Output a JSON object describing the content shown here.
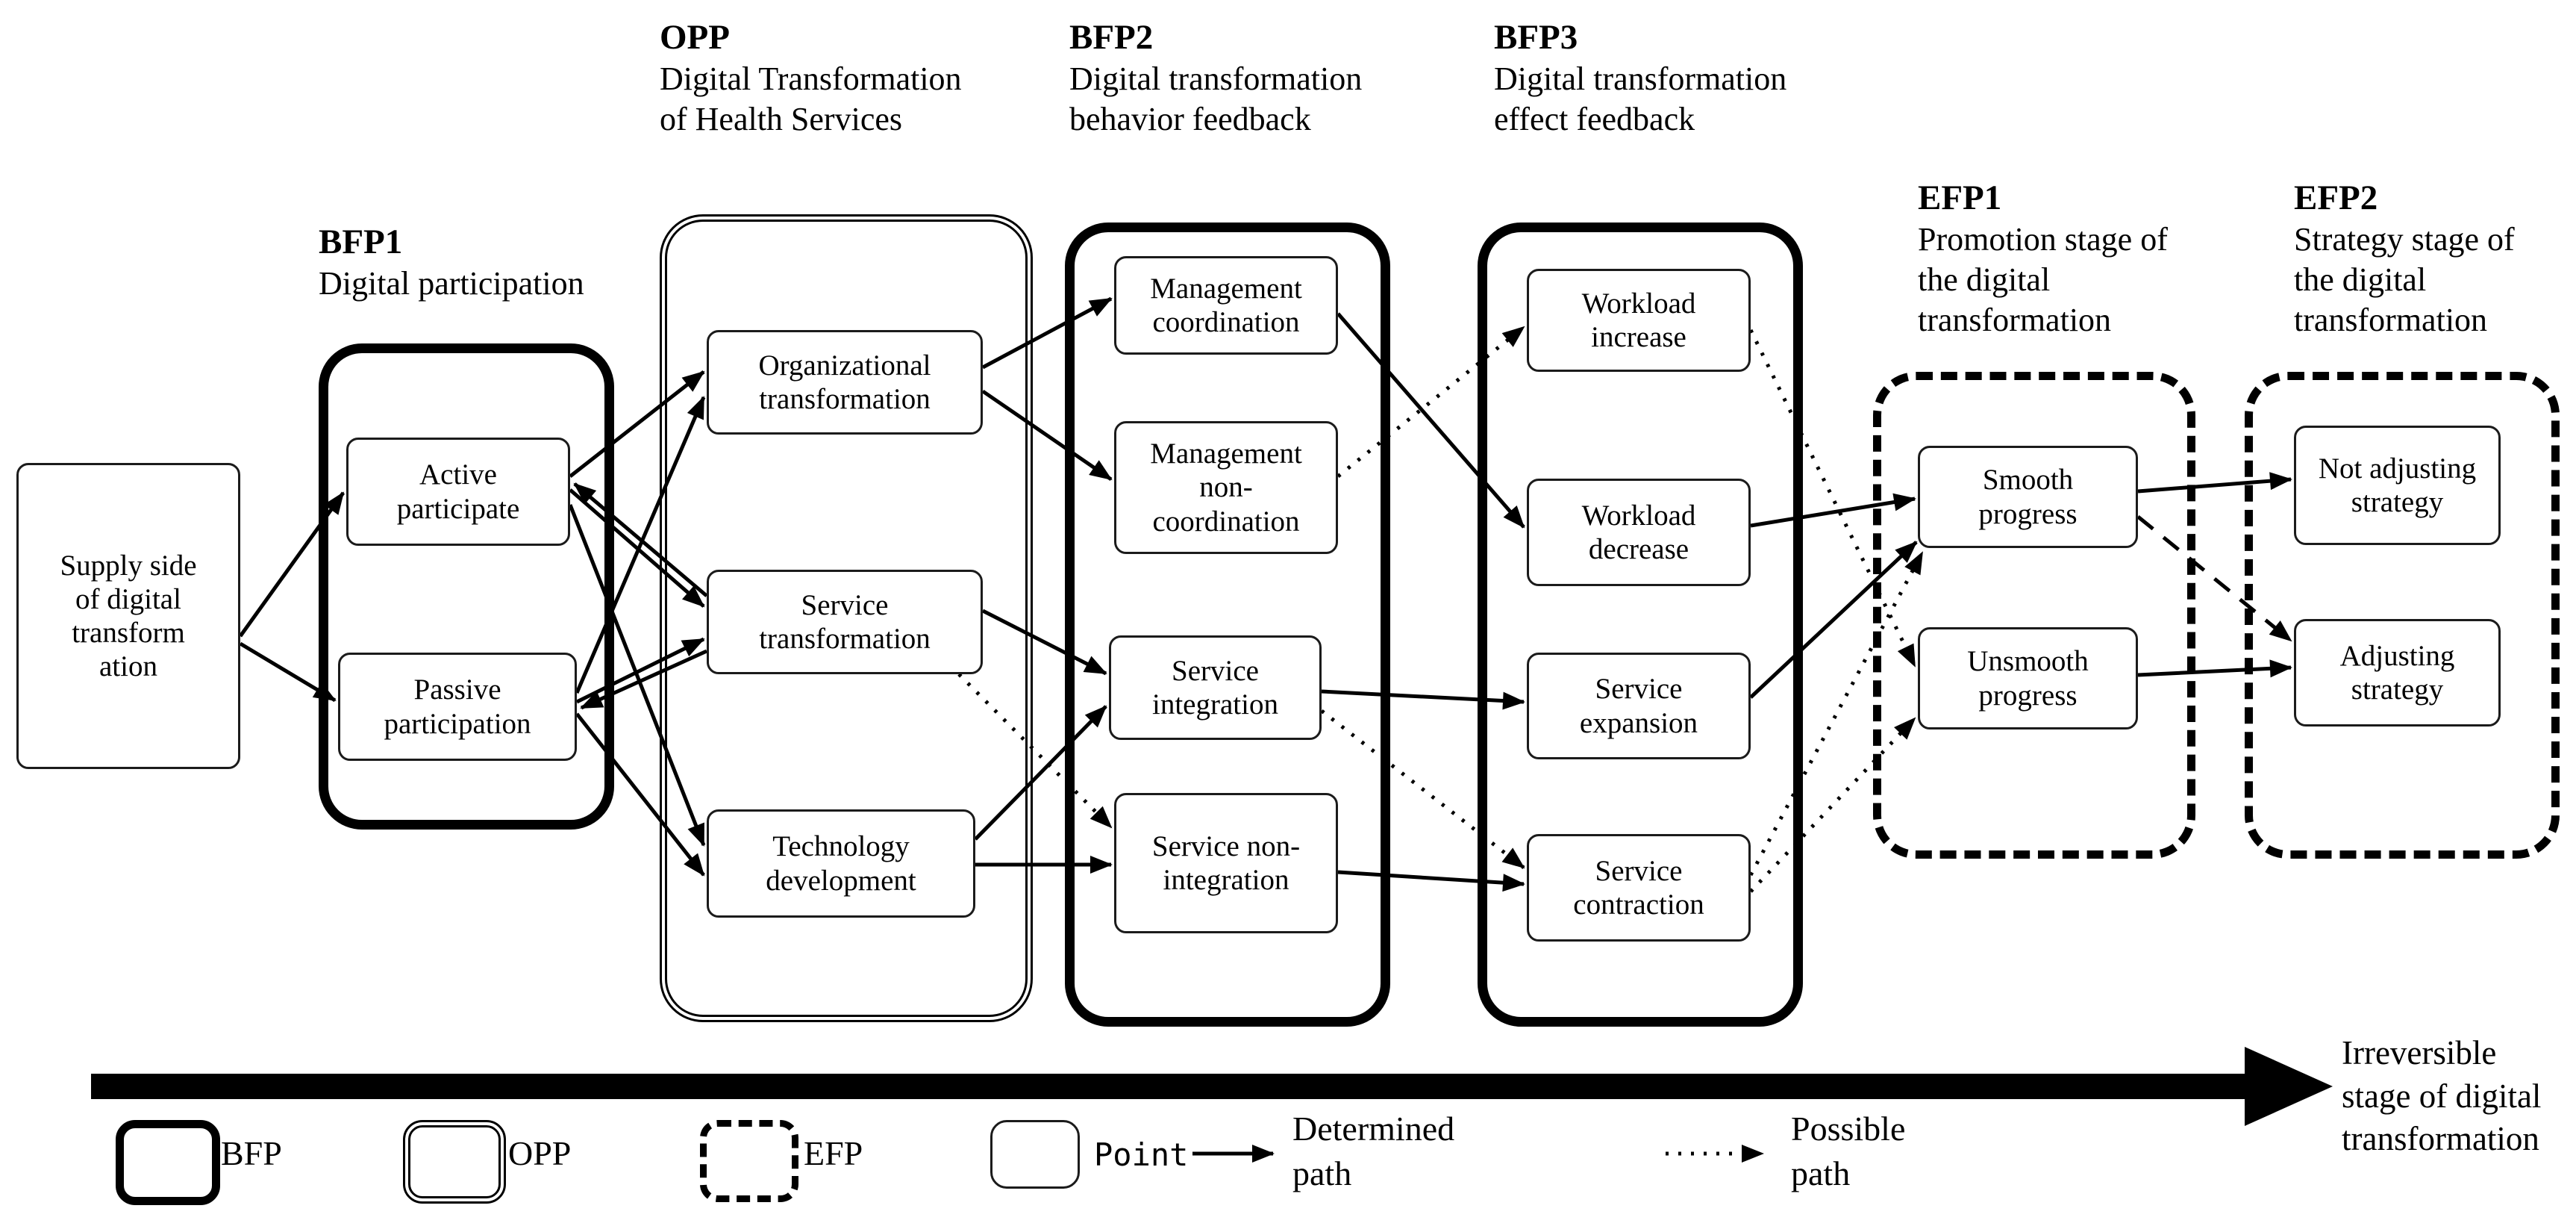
{
  "title_blocks": {
    "bfp1": {
      "code": "BFP1",
      "desc": "Digital participation"
    },
    "opp": {
      "code": "OPP",
      "desc": "Digital Transformation of Health Services"
    },
    "bfp2": {
      "code": "BFP2",
      "desc": "Digital transformation behavior feedback"
    },
    "bfp3": {
      "code": "BFP3",
      "desc": "Digital transformation effect feedback"
    },
    "efp1": {
      "code": "EFP1",
      "desc": "Promotion stage of the digital transformation"
    },
    "efp2": {
      "code": "EFP2",
      "desc": "Strategy stage of the digital transformation"
    }
  },
  "nodes": {
    "supply": "Supply side of digital transform ation",
    "active": "Active participate",
    "passive": "Passive participation",
    "org": "Organizational transformation",
    "serv_trans": "Service transformation",
    "tech": "Technology development",
    "mgmt_co": "Management coordination",
    "mgmt_nonco": "Management non-coordination",
    "serv_int": "Service integration",
    "serv_nonint": "Service non-integration",
    "wl_inc": "Workload increase",
    "wl_dec": "Workload decrease",
    "serv_exp": "Service expansion",
    "serv_con": "Service contraction",
    "smooth": "Smooth progress",
    "unsmooth": "Unsmooth progress",
    "not_adjust": "Not adjusting strategy",
    "adjust": "Adjusting strategy"
  },
  "legend": {
    "bfp": "BFP",
    "opp": "OPP",
    "efp": "EFP",
    "point": "Point",
    "determined": "Determined path",
    "possible": "Possible path"
  },
  "axis_note": "Irreversible stage of digital transformation",
  "colors": {
    "ink": "#000000",
    "background": "#ffffff"
  },
  "edges": [
    {
      "from": "supply",
      "to": "active",
      "style": "determined"
    },
    {
      "from": "supply",
      "to": "passive",
      "style": "determined"
    },
    {
      "from": "active",
      "to": "org",
      "style": "determined"
    },
    {
      "from": "active",
      "to": "serv_trans",
      "style": "determined"
    },
    {
      "from": "active",
      "to": "tech",
      "style": "determined"
    },
    {
      "from": "passive",
      "to": "org",
      "style": "determined"
    },
    {
      "from": "passive",
      "to": "serv_trans",
      "style": "determined"
    },
    {
      "from": "passive",
      "to": "tech",
      "style": "determined"
    },
    {
      "from": "serv_trans",
      "to": "active",
      "style": "determined"
    },
    {
      "from": "serv_trans",
      "to": "passive",
      "style": "determined"
    },
    {
      "from": "org",
      "to": "mgmt_co",
      "style": "determined"
    },
    {
      "from": "org",
      "to": "mgmt_nonco",
      "style": "determined"
    },
    {
      "from": "serv_trans",
      "to": "serv_int",
      "style": "determined"
    },
    {
      "from": "serv_trans",
      "to": "serv_nonint",
      "style": "possible"
    },
    {
      "from": "tech",
      "to": "serv_int",
      "style": "determined"
    },
    {
      "from": "tech",
      "to": "serv_nonint",
      "style": "determined"
    },
    {
      "from": "mgmt_co",
      "to": "wl_dec",
      "style": "determined"
    },
    {
      "from": "mgmt_nonco",
      "to": "wl_inc",
      "style": "possible"
    },
    {
      "from": "serv_int",
      "to": "serv_exp",
      "style": "determined"
    },
    {
      "from": "serv_int",
      "to": "serv_con",
      "style": "possible"
    },
    {
      "from": "serv_nonint",
      "to": "serv_con",
      "style": "determined"
    },
    {
      "from": "wl_dec",
      "to": "smooth",
      "style": "determined"
    },
    {
      "from": "serv_exp",
      "to": "smooth",
      "style": "determined"
    },
    {
      "from": "wl_inc",
      "to": "unsmooth",
      "style": "possible"
    },
    {
      "from": "serv_con",
      "to": "smooth",
      "style": "possible"
    },
    {
      "from": "serv_con",
      "to": "unsmooth",
      "style": "possible"
    },
    {
      "from": "smooth",
      "to": "not_adjust",
      "style": "determined"
    },
    {
      "from": "smooth",
      "to": "adjust",
      "style": "possible"
    },
    {
      "from": "unsmooth",
      "to": "adjust",
      "style": "determined"
    }
  ]
}
